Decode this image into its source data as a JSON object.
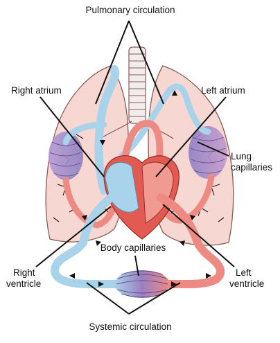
{
  "labels": {
    "pulmonary_circulation": "Pulmonary circulation",
    "right_atrium": "Right atrium",
    "left_atrium": "Left atrium",
    "lung_capillaries_line1": "Lung",
    "lung_capillaries_line2": "capillaries",
    "body_capillaries": "Body capillaries",
    "right_ventricle_line1": "Right",
    "right_ventricle_line2": "ventricle",
    "left_ventricle_line1": "Left",
    "left_ventricle_line2": "ventricle",
    "systemic_circulation": "Systemic circulation"
  },
  "colors": {
    "lung_fill": "#f7d7d2",
    "lung_outline": "#8a5a56",
    "deoxygenated": "#a9d3ea",
    "oxygenated": "#ee8a84",
    "capillary": "#9a7fc0",
    "trachea": "#f3ecec",
    "heart": "#e25a52",
    "ink": "#111111"
  }
}
